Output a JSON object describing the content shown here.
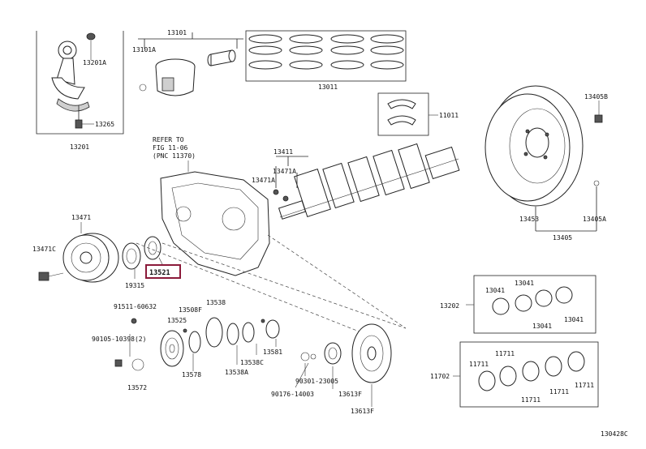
{
  "labels": {
    "l13201A": "13201A",
    "l13265": "13265",
    "l13201": "13201",
    "l13101": "13101",
    "l13101A": "13101A",
    "l13011": "13011",
    "l11011": "11011",
    "l13405B": "13405B",
    "refer1": "REFER TO",
    "refer2": "FIG 11-06",
    "refer3": "(PNC 11370)",
    "l13411": "13411",
    "l13471A_1": "13471A",
    "l13471A_2": "13471A",
    "l13471": "13471",
    "l13471C": "13471C",
    "l19315": "19315",
    "l13521": "13521",
    "l13453": "13453",
    "l13405A": "13405A",
    "l13405": "13405",
    "l91511": "91511-60632",
    "l13508F": "13508F",
    "l13538": "13538",
    "l13525": "13525",
    "l90105": "90105-10398(2)",
    "l13578": "13578",
    "l13538A": "13538A",
    "l13538C": "13538C",
    "l13581": "13581",
    "l13572": "13572",
    "l90301": "90301-23005",
    "l90176": "90176-14003",
    "l13613F_1": "13613F",
    "l13613F_2": "13613F",
    "l13041_a": "13041",
    "l13041_b": "13041",
    "l13041_c": "13041",
    "l13041_d": "13041",
    "l13202": "13202",
    "l11711_a": "11711",
    "l11711_b": "11711",
    "l11711_c": "11711",
    "l11711_d": "11711",
    "l11711_e": "11711",
    "l11702": "11702",
    "figure_id": "130428C"
  },
  "highlight": {
    "part": "13521",
    "color": "#8b1a3a"
  }
}
